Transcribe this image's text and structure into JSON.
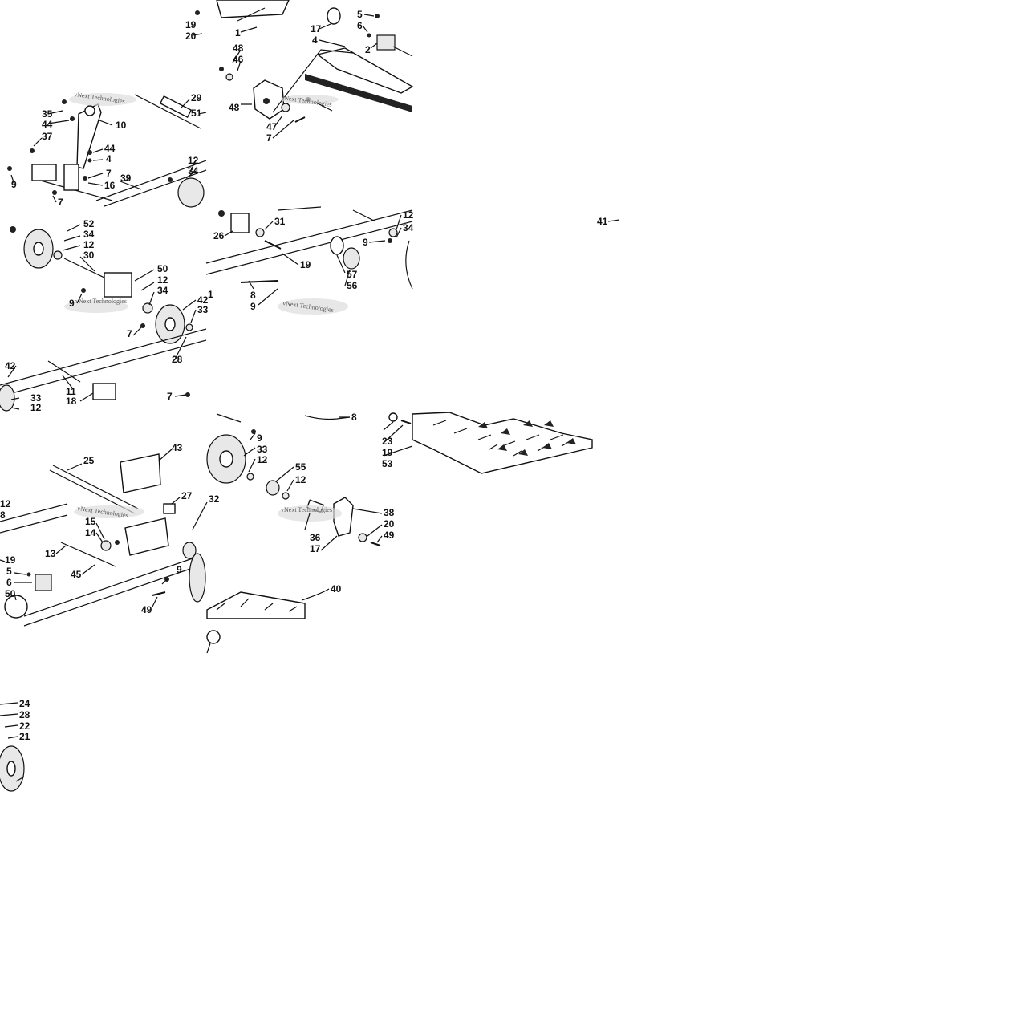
{
  "watermark": "vNext Technologies",
  "callouts": {
    "t1": [
      "19",
      "20",
      "35",
      "44",
      "10",
      "37",
      "44",
      "4",
      "7",
      "16",
      "9",
      "7",
      "29",
      "51",
      "39",
      "12",
      "34"
    ],
    "t2": [
      "1",
      "17",
      "4",
      "48",
      "46",
      "48",
      "47",
      "7",
      "5",
      "6",
      "2"
    ],
    "t3": [
      "52",
      "34",
      "12",
      "30",
      "50",
      "12",
      "34",
      "9",
      "7",
      "42",
      "33",
      "28",
      "42",
      "11",
      "18",
      "33",
      "12",
      "7"
    ],
    "t4": [
      "26",
      "31",
      "19",
      "1",
      "8",
      "9",
      "57",
      "56",
      "9",
      "12",
      "34"
    ],
    "t5": [
      "41"
    ],
    "t6": [
      "25",
      "43",
      "27",
      "32",
      "15",
      "14",
      "13",
      "45",
      "19",
      "5",
      "6",
      "50",
      "9",
      "49",
      "12",
      "8"
    ],
    "t7": [
      "8",
      "9",
      "33",
      "12",
      "55",
      "12",
      "38",
      "20",
      "49",
      "36",
      "17",
      "23",
      "19",
      "53",
      "40"
    ],
    "t8": [
      "24",
      "28",
      "22",
      "21"
    ]
  }
}
